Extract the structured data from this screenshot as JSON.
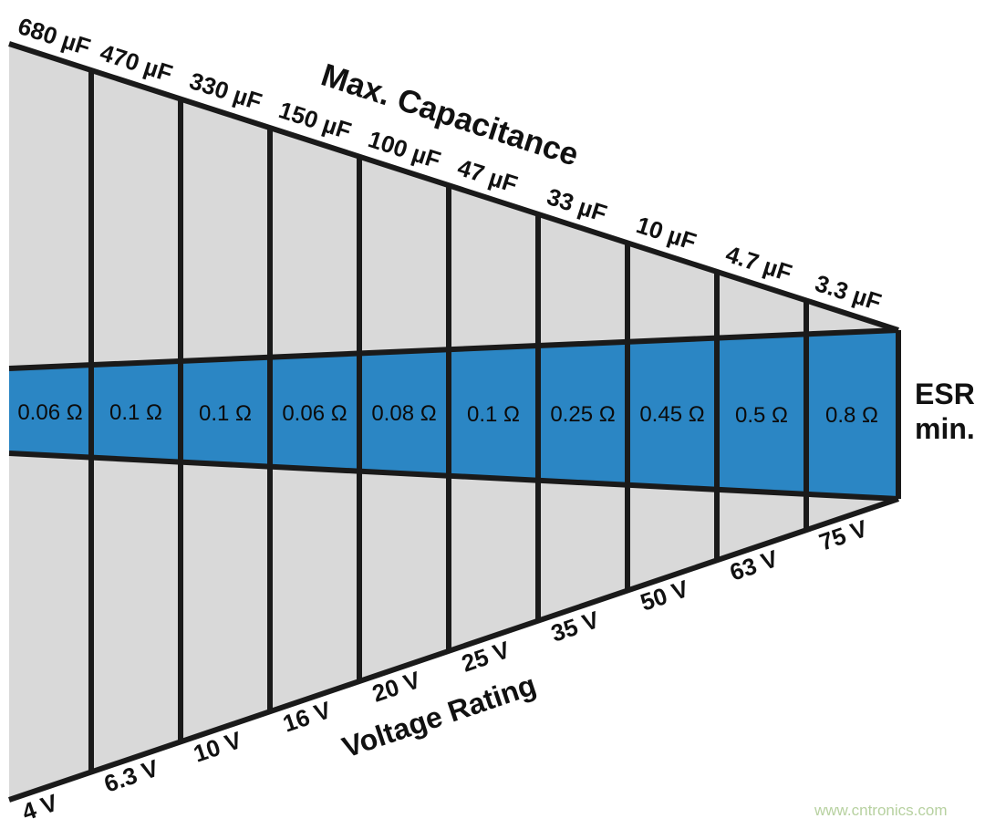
{
  "chart_data": {
    "type": "table",
    "axes": {
      "top": "Max. Capacitance",
      "bottom": "Voltage Rating",
      "right": "ESR min."
    },
    "segments": [
      {
        "capacitance": "680 µF",
        "esr": "0.06 Ω",
        "voltage": "4 V"
      },
      {
        "capacitance": "470 µF",
        "esr": "0.1 Ω",
        "voltage": "6.3 V"
      },
      {
        "capacitance": "330 µF",
        "esr": "0.1 Ω",
        "voltage": "10 V"
      },
      {
        "capacitance": "150 µF",
        "esr": "0.06 Ω",
        "voltage": "16 V"
      },
      {
        "capacitance": "100 µF",
        "esr": "0.08 Ω",
        "voltage": "20 V"
      },
      {
        "capacitance": "47 µF",
        "esr": "0.1 Ω",
        "voltage": "25 V"
      },
      {
        "capacitance": "33 µF",
        "esr": "0.25 Ω",
        "voltage": "35 V"
      },
      {
        "capacitance": "10 µF",
        "esr": "0.45 Ω",
        "voltage": "50 V"
      },
      {
        "capacitance": "4.7 µF",
        "esr": "0.5 Ω",
        "voltage": "63 V"
      },
      {
        "capacitance": "3.3 µF",
        "esr": "0.8 Ω",
        "voltage": "75 V"
      }
    ]
  },
  "labels": {
    "right_line1": "ESR",
    "right_line2": "min."
  },
  "watermark": "www.cntronics.com",
  "colors": {
    "wedge_fill": "#d9d9d9",
    "band_fill": "#2b86c4",
    "stroke": "#1a1a1a",
    "watermark": "#b7d1a0"
  }
}
